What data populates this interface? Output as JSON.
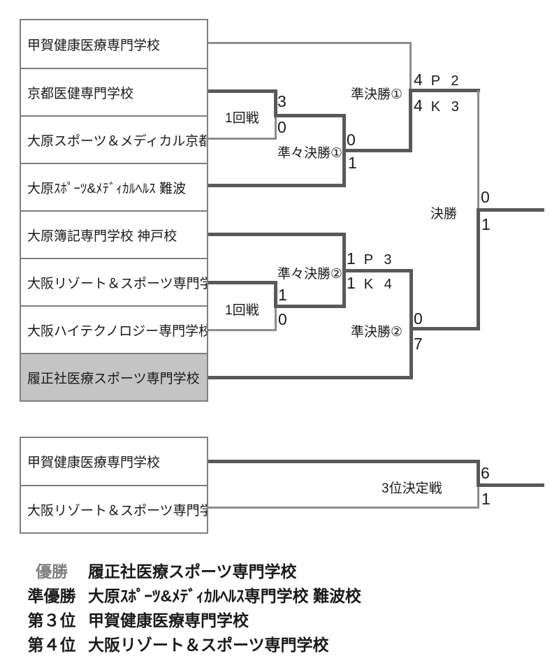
{
  "colors": {
    "winner_line": "#595959",
    "loser_line": "#8c8c8c",
    "box_border": "#7f7f7f",
    "highlight_fill": "#c4c4c4",
    "champion_rank_label": "#808080",
    "text": "#1a1a1a"
  },
  "bracket": {
    "teams": [
      {
        "name": "甲賀健康医療専門学校",
        "highlighted": false
      },
      {
        "name": "京都医健専門学校",
        "highlighted": false
      },
      {
        "name": "大原スポーツ＆メディカル京都",
        "highlighted": false
      },
      {
        "name": "大原ｽﾎﾟｰﾂ&ﾒﾃﾞｨｶﾙﾍﾙｽ 難波",
        "highlighted": false
      },
      {
        "name": "大原簿記専門学校 神戸校",
        "highlighted": false
      },
      {
        "name": "大阪リゾート＆スポーツ専門学校",
        "highlighted": false
      },
      {
        "name": "大阪ハイテクノロジー専門学校",
        "highlighted": false
      },
      {
        "name": "履正社医療スポーツ専門学校",
        "highlighted": true
      }
    ],
    "matches": {
      "round1_top": {
        "label": "1回戦",
        "top": {
          "score": "3",
          "pk": ""
        },
        "bottom": {
          "score": "0",
          "pk": ""
        }
      },
      "quarterfinal1": {
        "label": "準々決勝①",
        "top": {
          "score": "0",
          "pk": ""
        },
        "bottom": {
          "score": "1",
          "pk": ""
        }
      },
      "semifinal1": {
        "label": "準決勝①",
        "top": {
          "score": "4",
          "pk": "P 2"
        },
        "bottom": {
          "score": "4",
          "pk": "K 3"
        }
      },
      "final": {
        "label": "決勝",
        "top": {
          "score": "0",
          "pk": ""
        },
        "bottom": {
          "score": "1",
          "pk": ""
        }
      },
      "quarterfinal2": {
        "label": "準々決勝②",
        "top": {
          "score": "1",
          "pk": "P 3"
        },
        "bottom": {
          "score": "1",
          "pk": "K 4"
        }
      },
      "round1_bottom": {
        "label": "1回戦",
        "top": {
          "score": "1",
          "pk": ""
        },
        "bottom": {
          "score": "0",
          "pk": ""
        }
      },
      "semifinal2": {
        "label": "準決勝②",
        "top": {
          "score": "0",
          "pk": ""
        },
        "bottom": {
          "score": "7",
          "pk": ""
        }
      }
    }
  },
  "third_place": {
    "label": "3位決定戦",
    "teams": [
      {
        "name": "甲賀健康医療専門学校"
      },
      {
        "name": "大阪リゾート＆スポーツ専門学校"
      }
    ],
    "top": {
      "score": "6"
    },
    "bottom": {
      "score": "1"
    }
  },
  "results": [
    {
      "rank": "優勝",
      "team": "履正社医療スポーツ専門学校"
    },
    {
      "rank": "準優勝",
      "team": "大原ｽﾎﾟｰﾂ&ﾒﾃﾞｨｶﾙﾍﾙｽ専門学校 難波校"
    },
    {
      "rank": "第３位",
      "team": "甲賀健康医療専門学校"
    },
    {
      "rank": "第４位",
      "team": "大阪リゾート＆スポーツ専門学校"
    }
  ]
}
